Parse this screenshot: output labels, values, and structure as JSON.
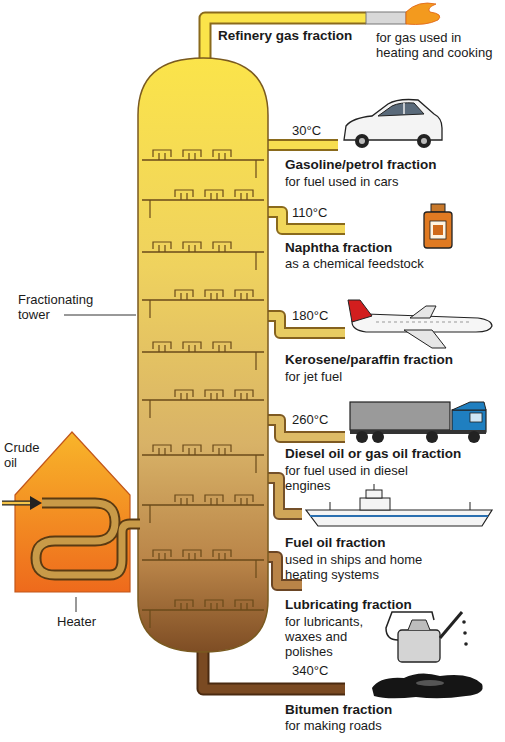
{
  "diagram": {
    "labels": [
      "Refinery gas fraction",
      "for gas used in heating and cooking",
      "30°C",
      "Gasoline/petrol fraction",
      "for fuel used in cars",
      "110°C",
      "Naphtha fraction",
      "as a chemical feedstock",
      "Fractionating tower",
      "180°C",
      "Kerosene/paraffin fraction",
      "for jet fuel",
      "260°C",
      "Diesel oil or gas oil fraction",
      "for fuel used in diesel engines",
      "Crude oil",
      "Fuel oil fraction",
      "used in ships and home heating systems",
      "Lubricating fraction",
      "for lubricants, waxes and polishes",
      "Heater",
      "340°C",
      "Bitumen fraction",
      "for making roads"
    ]
  }
}
